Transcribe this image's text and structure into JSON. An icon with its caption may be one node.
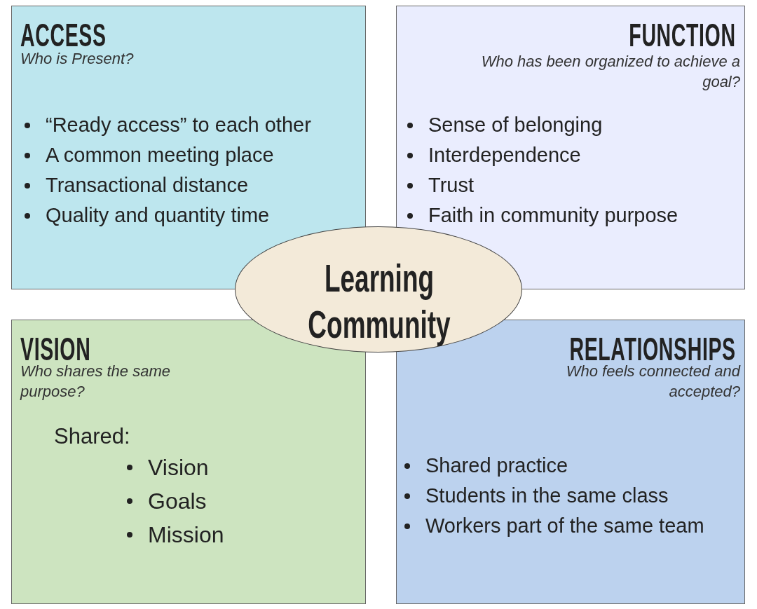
{
  "diagram": {
    "nodes": [
      {
        "text": [
          "ACCESS",
          "Who is Present?",
          "“Ready access” to each other",
          "A common meeting place",
          "Transactional distance",
          "Quality and quantity time"
        ]
      },
      {
        "text": [
          "FUNCTION",
          "Who has been organized to achieve a goal?",
          "Sense of belonging",
          "Interdependence",
          "Trust",
          "Faith in community purpose"
        ]
      },
      {
        "text": [
          "VISION",
          "Who shares the same purpose?",
          "Shared:",
          "Vision",
          "Goals",
          "Mission"
        ]
      },
      {
        "text": [
          "RELATIONSHIPS",
          "Who feels connected and accepted?",
          "Shared practice",
          "Students in the same class",
          "Workers part of the same team"
        ]
      },
      {
        "text": [
          "Learning Community"
        ]
      }
    ],
    "edges": []
  }
}
